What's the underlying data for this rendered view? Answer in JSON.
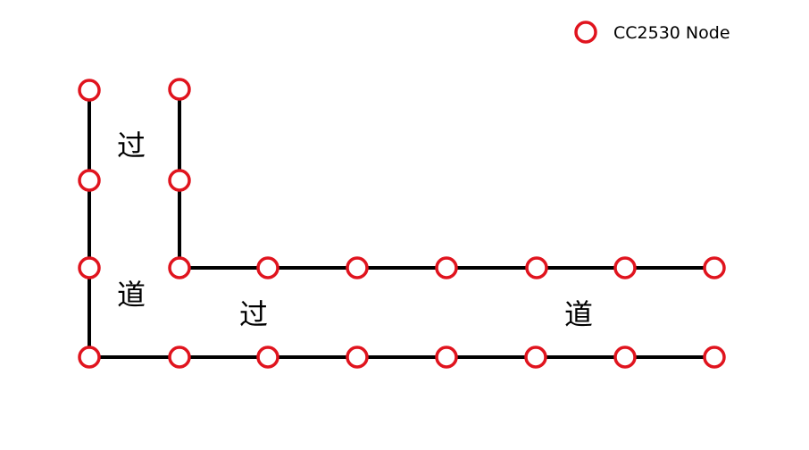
{
  "legend": {
    "label": "CC2530 Node"
  },
  "corridor_labels": {
    "vertical_char_1": "过",
    "vertical_char_2": "道",
    "horizontal_char_1": "过",
    "horizontal_char_2": "道"
  },
  "colors": {
    "node_stroke": "#e0141e",
    "node_fill": "#ffffff",
    "path_line": "#000000",
    "background": "#ffffff"
  }
}
